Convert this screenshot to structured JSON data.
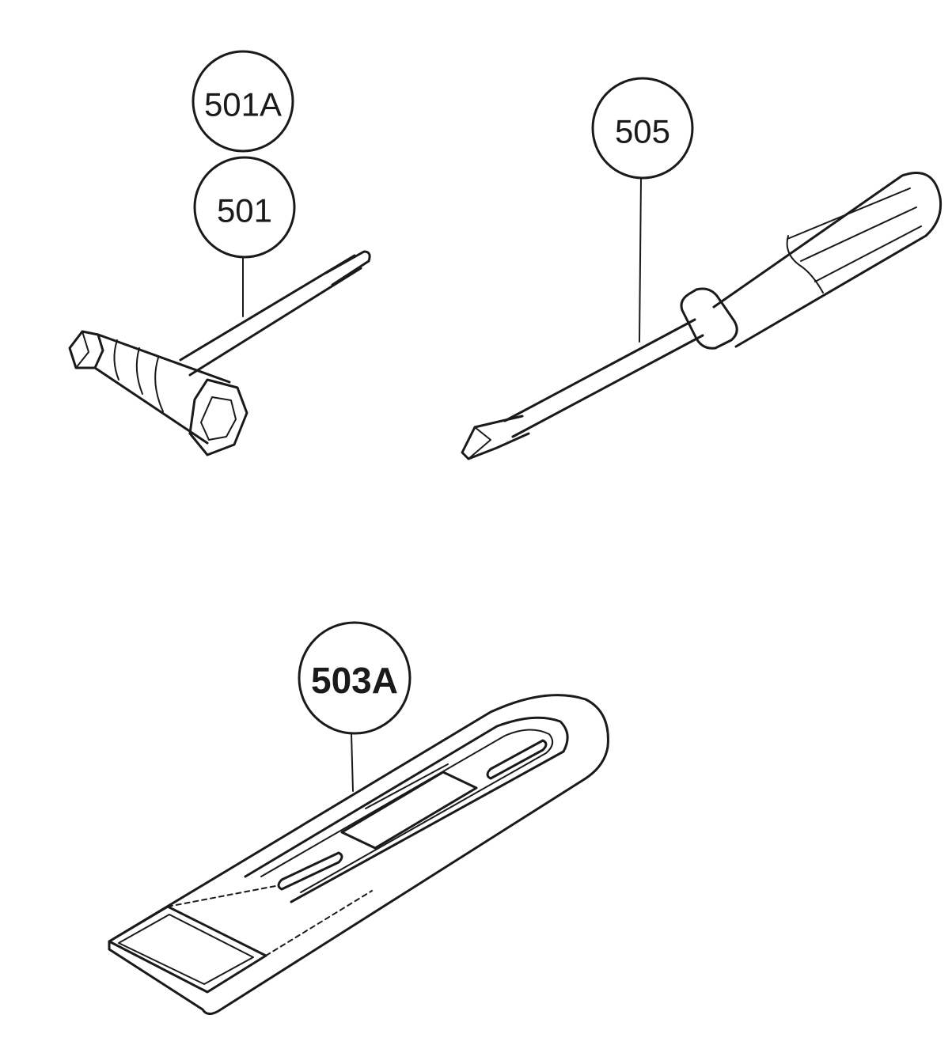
{
  "callouts": {
    "c501A": "501A",
    "c501": "501",
    "c505": "505",
    "c503A": "503A"
  },
  "colors": {
    "ink": "#1a1a1a",
    "paper": "#ffffff"
  }
}
